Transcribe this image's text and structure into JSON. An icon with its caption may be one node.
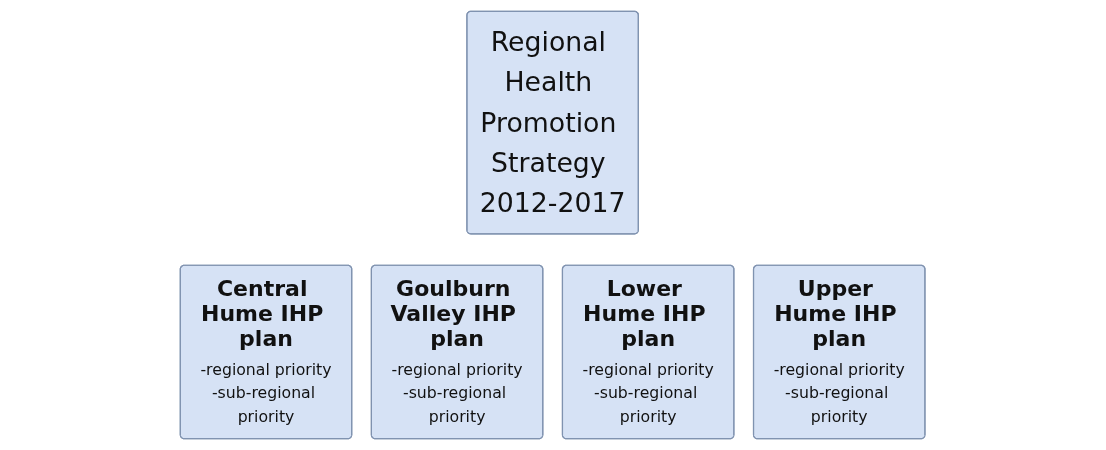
{
  "diagram": {
    "nodes": [
      {
        "text": [
          "Regional Health Promotion Strategy 2012-2017"
        ]
      },
      {
        "text": [
          "Central Hume IHP plan",
          "-regional priority",
          "-sub-regional priority"
        ]
      },
      {
        "text": [
          "Goulburn Valley IHP plan",
          "-regional priority",
          "-sub-regional priority"
        ]
      },
      {
        "text": [
          "Lower Hume IHP plan",
          "-regional priority",
          "-sub-regional priority"
        ]
      },
      {
        "text": [
          "Upper Hume IHP plan",
          "-regional priority",
          "-sub-regional priority"
        ]
      }
    ],
    "edges": []
  }
}
